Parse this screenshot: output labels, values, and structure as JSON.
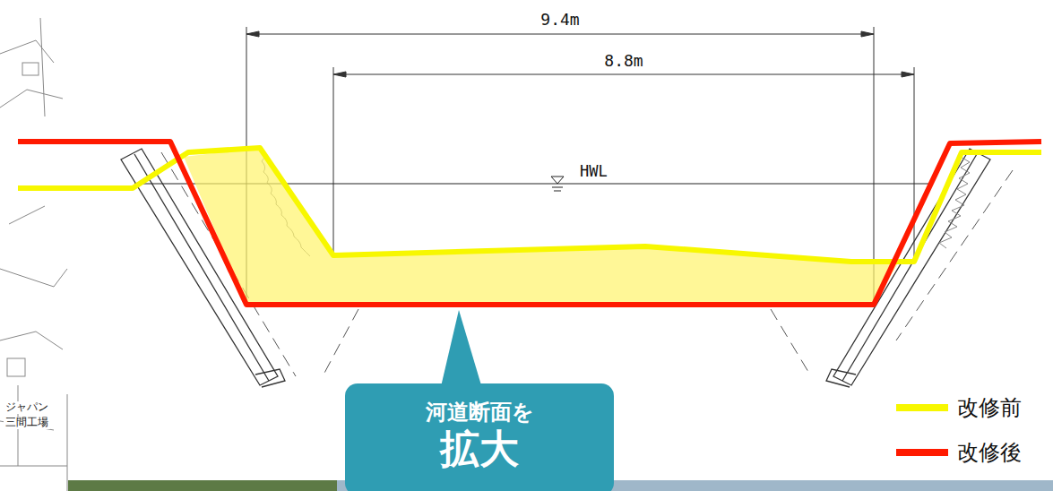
{
  "diagram": {
    "nodes": [
      {
        "text": [
          "河道断面を",
          "拡大"
        ]
      }
    ],
    "labels": [
      "9.4m",
      "8.8m",
      "HWL",
      "ジャパン",
      "三間工場"
    ],
    "legend": [
      {
        "text": "改修前",
        "color": "#f7f700"
      },
      {
        "text": "改修後",
        "color": "#ff1a00"
      }
    ]
  }
}
